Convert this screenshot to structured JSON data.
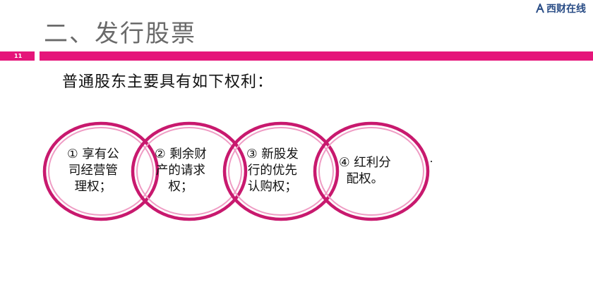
{
  "slide": {
    "title": "二、发行股票",
    "number": "11",
    "logo_text": "西财在线",
    "subtitle": "普通股东主要具有如下权利："
  },
  "rights": [
    {
      "lines": [
        "① 享有公",
        "司经营管",
        "理权；"
      ]
    },
    {
      "lines": [
        "② 剩余财",
        "产的请求",
        "权；"
      ]
    },
    {
      "lines": [
        "③ 新股发",
        "行的优先",
        "认购权；"
      ]
    },
    {
      "lines": [
        "④ 红利分",
        "配权。"
      ]
    }
  ],
  "colors": {
    "accent": "#e5157a",
    "ring_outer": "#c8196e",
    "ring_inner": "#ef9cc4"
  }
}
